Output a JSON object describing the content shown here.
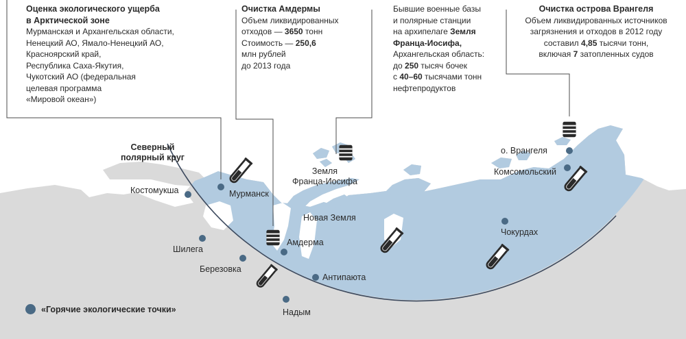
{
  "callouts": {
    "damage": {
      "title": [
        "Оценка экологического ущерба",
        "в Арктической зоне"
      ],
      "lines": [
        "Мурманская и Архангельская области,",
        "Ненецкий АО, Ямало-Ненецкий АО,",
        "Красноярский край,",
        "Республика Саха-Якутия,",
        "Чукотский АО (федеральная",
        "целевая программа",
        "«Мировой океан»)"
      ]
    },
    "amderma": {
      "title": "Очистка Амдермы",
      "l1": "Объем ликвидированных",
      "l2a": "отходов — ",
      "l2b": "3650",
      "l2c": " тонн",
      "l3a": "Стоимость — ",
      "l3b": "250,6",
      "l4": "млн рублей",
      "l5": "до 2013 года"
    },
    "bases": {
      "l1": "Бывшие военные базы",
      "l2": "и полярные станции",
      "l3a": "на архипелаге ",
      "l3b": "Земля",
      "l4": "Франца-Иосифа,",
      "l5": "Архангельская область:",
      "l6a": "до ",
      "l6b": "250",
      "l6c": " тысяч бочек",
      "l7a": "с ",
      "l7b": "40–60",
      "l7c": " тысячами тонн",
      "l8": "нефтепродуктов"
    },
    "wrangel": {
      "title": "Очистка острова Врангеля",
      "l1": "Объем ликвидированных источников",
      "l2": "загрязнения и отходов в 2012 году",
      "l3a": "составил ",
      "l3b": "4,85",
      "l3c": " тысячи тонн,",
      "l4a": "включая ",
      "l4b": "7",
      "l4c": " затопленных судов"
    }
  },
  "labels": {
    "arctic_circle": [
      "Северный",
      "полярный круг"
    ],
    "kostomuksha": "Костомукша",
    "murmansk": "Мурманск",
    "shilega": "Шилега",
    "berezovka": "Березовка",
    "amderma": "Амдерма",
    "antipayuta": "Антипаюта",
    "nadym": "Надым",
    "novaya_zemlya": "Новая Земля",
    "fji": [
      "Земля",
      "Франца-Иосифа"
    ],
    "wrangel": "о. Врангеля",
    "komsomolsky": "Комсомольский",
    "chokurdakh": "Чокурдах"
  },
  "legend": {
    "label": "«Горячие экологические точки»"
  },
  "colors": {
    "land": "#dadada",
    "arctic": "#b2cbe0",
    "dot": "#4a6a85",
    "line": "#4b4b4b",
    "text": "#2a2a2a"
  },
  "icons": [
    "test-tube-icon",
    "oil-barrel-icon"
  ]
}
